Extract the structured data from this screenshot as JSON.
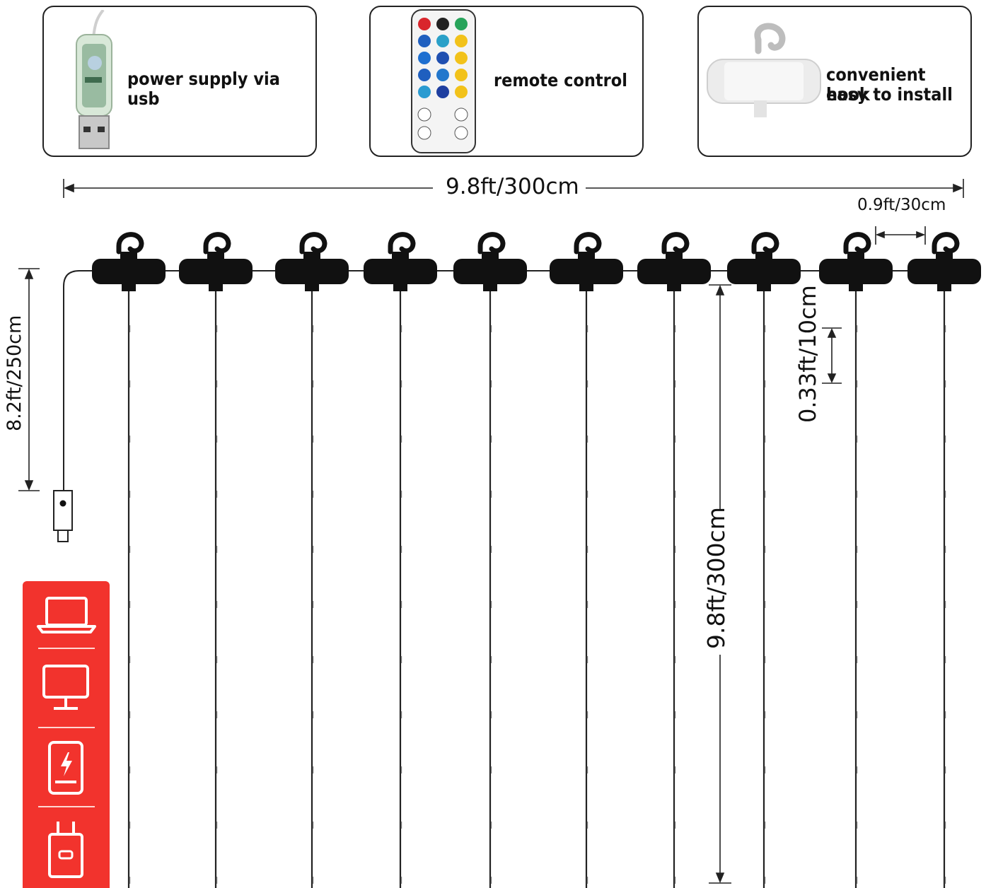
{
  "features": {
    "usb": {
      "label": "power supply via usb",
      "icon": "usb-power-module-icon"
    },
    "remote": {
      "label": "remote control",
      "icon": "remote-control-icon"
    },
    "hook": {
      "label_line1": "convenient hook",
      "label_line2": "easy to install",
      "icon": "hook-clip-icon"
    }
  },
  "dimensions": {
    "total_width": "9.8ft/300cm",
    "strand_spacing": "0.9ft/30cm",
    "lead_cable": "8.2ft/250cm",
    "bulb_spacing": "0.33ft/10cm",
    "strand_length": "9.8ft/300cm"
  },
  "curtain": {
    "hook_count": 10,
    "strand_count": 10
  },
  "power_sources": {
    "panel_color": "#f2332d",
    "icons": [
      "laptop-icon",
      "monitor-icon",
      "power-bank-icon",
      "wall-adapter-icon"
    ]
  }
}
